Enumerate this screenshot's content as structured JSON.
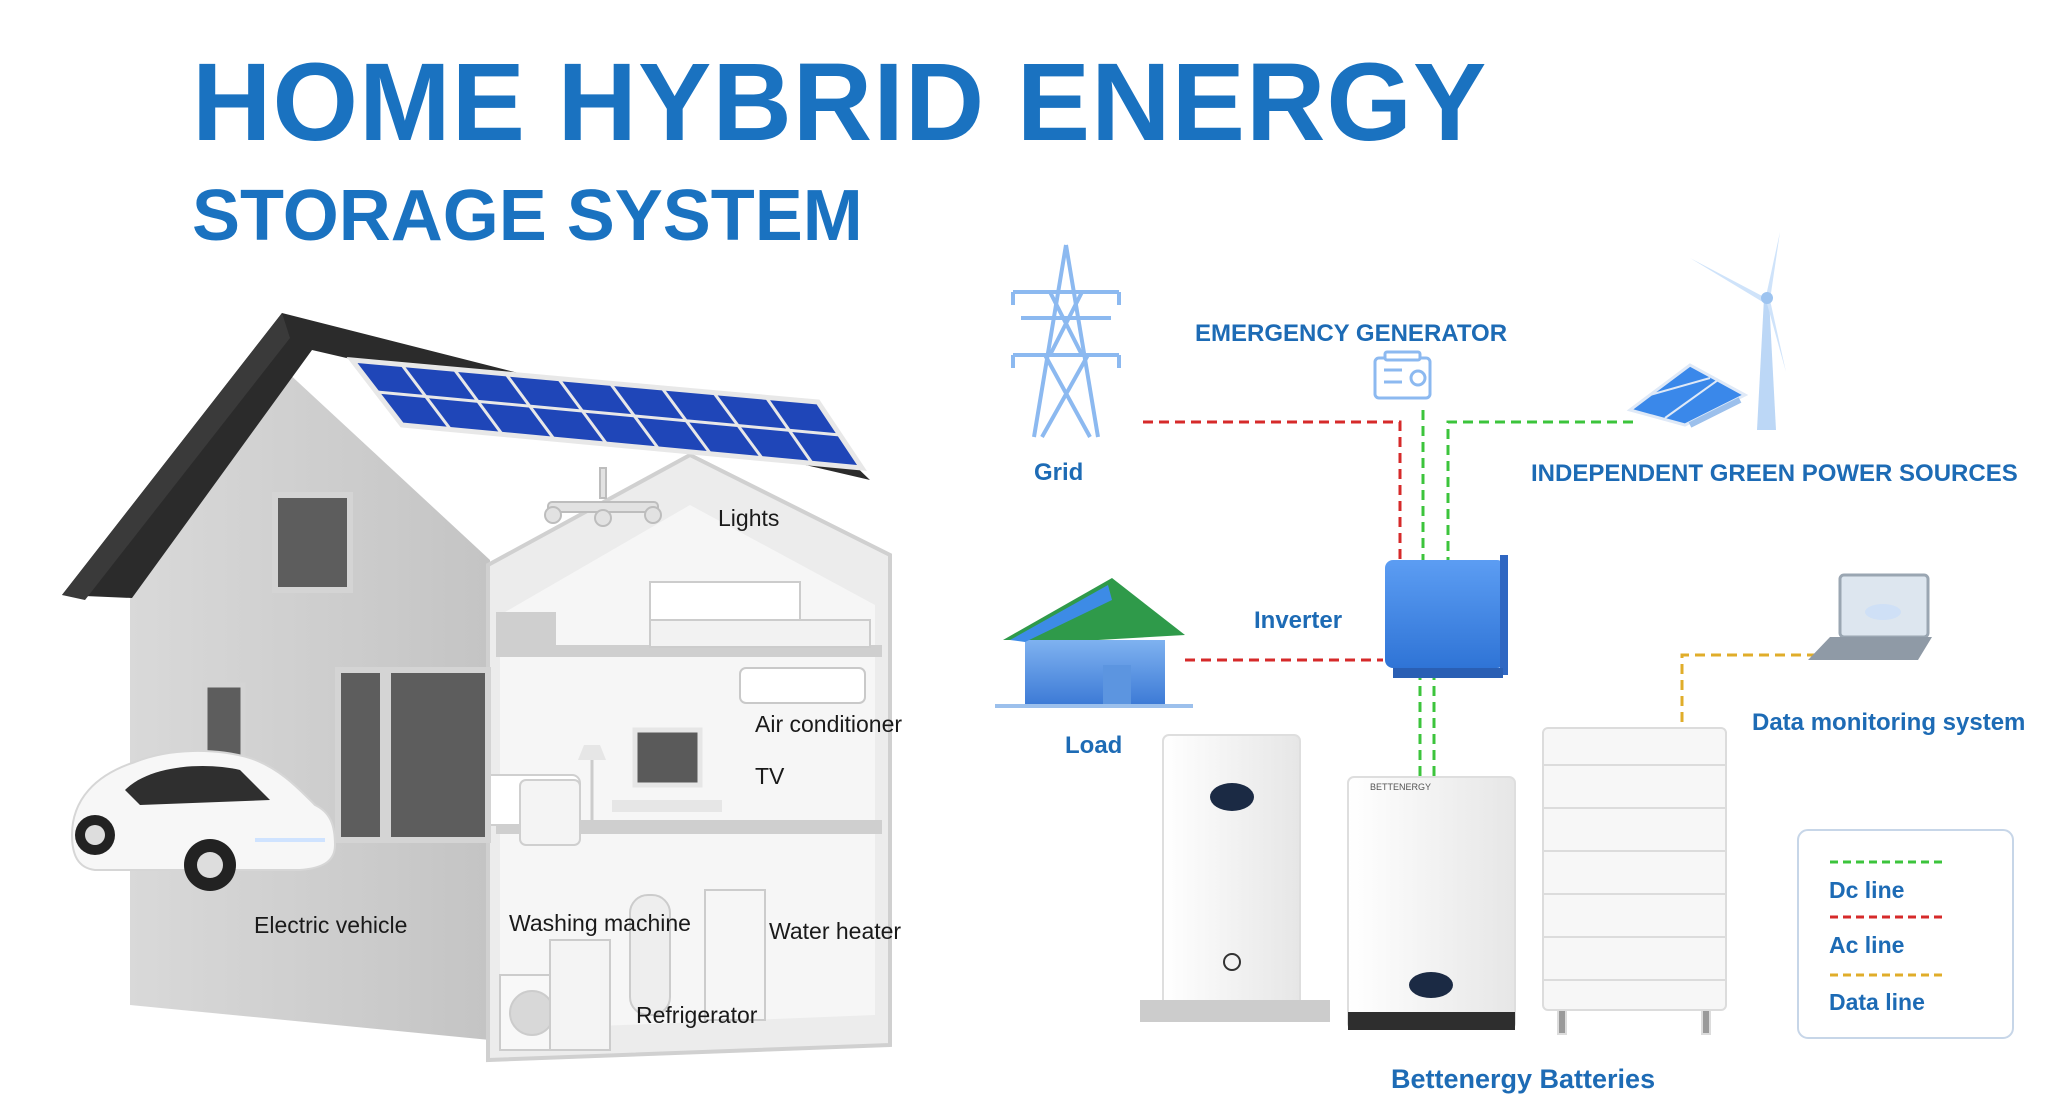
{
  "title": {
    "line1": "HOME HYBRID ENERGY",
    "line2": "STORAGE SYSTEM"
  },
  "house_labels": {
    "lights": "Lights",
    "air_conditioner": "Air conditioner",
    "tv": "TV",
    "electric_vehicle": "Electric vehicle",
    "washing_machine": "Washing machine",
    "water_heater": "Water heater",
    "refrigerator": "Refrigerator"
  },
  "system_labels": {
    "emergency_generator": "EMERGENCY GENERATOR",
    "grid": "Grid",
    "green_sources": "INDEPENDENT GREEN POWER SOURCES",
    "inverter": "Inverter",
    "load": "Load",
    "data_monitoring": "Data monitoring system",
    "batteries": "Bettenergy Batteries",
    "battery_brand": "BETTENERGY"
  },
  "legend": {
    "items": [
      {
        "label": "Dc line",
        "color": "#3cc43c"
      },
      {
        "label": "Ac line",
        "color": "#d62a2a"
      },
      {
        "label": "Data line",
        "color": "#e0ad2a"
      }
    ]
  },
  "colors": {
    "title": "#1a72c0",
    "label_blue": "#1d6bb5",
    "dc_line": "#3cc43c",
    "ac_line": "#d62a2a",
    "data_line": "#e0ad2a",
    "roof": "#2b2b2b",
    "solar_panel": "#1f46b8",
    "inverter": "#3f86ea"
  }
}
